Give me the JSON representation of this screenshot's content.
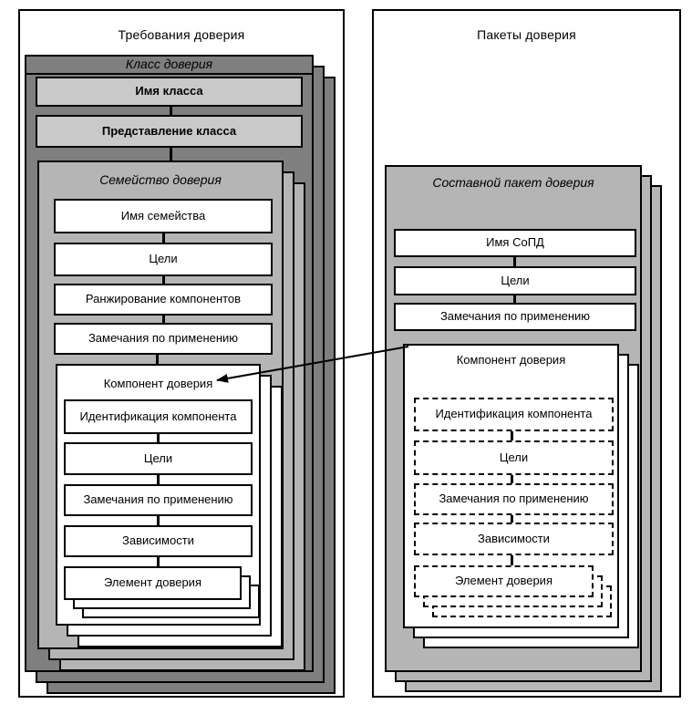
{
  "colors": {
    "border": "#000000",
    "class_fill": "#7f7f7f",
    "family_fill": "#b5b5b5",
    "package_fill": "#b5b5b5",
    "class_item_fill": "#c9c9c9",
    "background": "#ffffff"
  },
  "left_panel": {
    "title": "Требования доверия",
    "class_box": {
      "title": "Класс доверия",
      "name_label": "Имя класса",
      "presentation_label": "Представление класса",
      "family_box": {
        "title": "Семейство доверия",
        "items": [
          "Имя семейства",
          "Цели",
          "Ранжирование компонентов",
          "Замечания по применению"
        ],
        "component_box": {
          "title": "Компонент доверия",
          "items": [
            "Идентификация компонента",
            "Цели",
            "Замечания по применению",
            "Зависимости"
          ],
          "element_label": "Элемент доверия"
        }
      }
    }
  },
  "right_panel": {
    "title": "Пакеты доверия",
    "package_box": {
      "title": "Составной пакет доверия",
      "items": [
        "Имя СоПД",
        "Цели",
        "Замечания по применению"
      ],
      "component_box": {
        "title": "Компонент доверия",
        "items": [
          "Идентификация компонента",
          "Цели",
          "Замечания по применению",
          "Зависимости"
        ],
        "element_label": "Элемент доверия"
      }
    }
  },
  "arrow": {
    "name": "component-reference-arrow"
  }
}
